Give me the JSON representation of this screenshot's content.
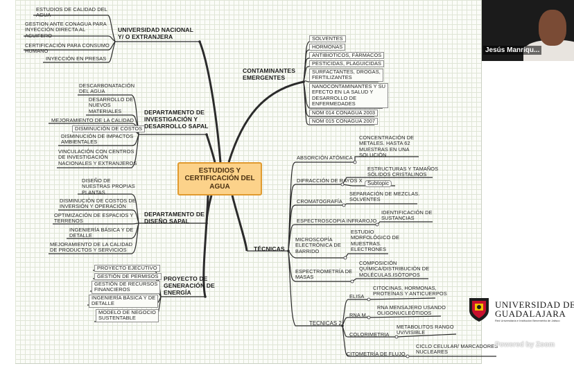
{
  "map": {
    "center": "ESTUDIOS Y\nCERTIFICACIÓN DEL\nAGUA",
    "universidad": {
      "title": "UNIVERSIDAD NACIONAL\nY/ O EXTRANJERA",
      "items": [
        "ESTUDIOS DE CALIDAD DEL\nAGUA",
        "GESTION ANTE CONAGUA PARA\nINYECCIÓN DIRECTA AL\nACUIFERO",
        "CERTIFICACIÓN PARA CONSUMO\nHUMANO",
        "INYECCIÓN EN PRESAS"
      ]
    },
    "investigacion": {
      "title": "DEPARTAMENTO DE\nINVESTIGACIÓN Y\nDESARROLLO SAPAL",
      "items": [
        "DESCARBONATACIÓN\nDEL AGUA",
        "DESARROLLO DE\nNUEVOS\nMATERIALES",
        "MEJORAMIENTO DE LA CALIDAD",
        "DISMINUCIÓN DE COSTOS",
        "DISMINUCIÓN DE IMPACTOS\nAMBIENTALES",
        "VINCULACIÓN CON CENTROS\nDE INVESTIGACIÓN\nNACIONALES Y EXTRANJEROS"
      ]
    },
    "diseno": {
      "title": "DEPARTAMENTO DE\nDISEÑO SAPAL",
      "items": [
        "DISEÑO DE\nNUESTRAS PROPIAS\nPLANTAS",
        "DISMINUCIÓN DE COSTOS DE\nINVERSIÓN Y OPERACIÓN",
        "OPTIMIZACIÓN DE ESPACIOS Y\nTERRENOS",
        "INGENIERÍA BÁSICA Y DE\nDETALLE",
        "MEJORAMIENTO DE LA CALIDAD\nDE PRODUCTOS Y SERVICIOS"
      ]
    },
    "energia": {
      "title": "PROYECTO DE\nGENERACIÓN DE\nENERGÍA",
      "items": [
        "PROYECTO EJECUTIVO",
        "GESTIÓN DE PERMISOS",
        "GESTIÓN DE RECURSOS\nFINANCIEROS",
        "INGENIERÍA BÁSICA Y DE\nDETALLE",
        "MODELO DE NEGOCIO\nSUSTENTABLE"
      ]
    },
    "contaminantes": {
      "title": "CONTAMINANTES\nEMERGENTES",
      "items": [
        "SOLVENTES",
        "HORMONAS",
        "ANTIBIOTICOS, FÁRMACOS",
        "PESTICIDAS, PLAGUICIDAS",
        "SURFACTANTES, DROGAS,\nFERTILIZANTES",
        "NANOCONTAMINANTES Y SU\nEFECTO EN LA SALUD Y\nDESARROLLO DE\nENFERMEDADES",
        "NOM 014 CONAGUA 2003",
        "NOM 015 CONAGUA 2007"
      ]
    },
    "tecnicas": {
      "title": "TÉCNICAS",
      "items": [
        {
          "label": "ABSORCIÓN ATÓMICA",
          "detail": "CONCENTRACIÓN DE\nMETALES. HASTA 62\nMUESTRAS EN UNA\nSOLUCIÓN"
        },
        {
          "label": "DIFRACCIÓN DE RAYOS X",
          "detail": "ESTRUCTURAS Y TAMAÑOS\nSÓLIDOS CRISTALINOS",
          "sub": "Subtopic"
        },
        {
          "label": "CROMATOGRAFÍA",
          "detail": "SEPARACIÓN DE MEZCLAS.\nSOLVENTES"
        },
        {
          "label": "ESPECTROSCOPIA INFRAROJO",
          "detail": "IDENTIFICACIÓN DE\nSUSTANCIAS"
        },
        {
          "label": "MICROSCOPÍA\nELECTRÓNICA DE\nBARRIDO",
          "detail": "ESTUDIO\nMORFOLÓGICO DE\nMUESTRAS.\nELECTRONES"
        },
        {
          "label": "ESPECTROMETRÍA DE\nMASAS",
          "detail": "COMPOSICIÓN\nQUÍMICA/DISTRIBUCIÓN DE\nMOLÉCULAS.ISÓTOPOS"
        }
      ]
    },
    "tecnicas2": {
      "title": "TECNICAS 2",
      "items": [
        {
          "label": "ELISA",
          "detail": "CITOCINAS, HORMONAS,\nPROTEÍNAS Y ANTICUERPOS"
        },
        {
          "label": "RNA M.",
          "detail": "RNA MENSAJERO USANDO\nOLIGONUCLEÓTIDOS"
        },
        {
          "label": "COLORIMETRIA",
          "detail": "METABOLITOS RANGO\nUV/VISIBLE"
        },
        {
          "label": "CITOMETRÍA DE FLUJO",
          "detail": "CICLO CELULAR/ MARCADORES\nNUCLEARES"
        }
      ]
    }
  },
  "video": {
    "participant_name": "Jesús Manríqu..."
  },
  "branding": {
    "university_line1": "UNIVERSIDAD DE",
    "university_line2": "GUADALAJARA",
    "university_tagline": "Red Universitaria e Institución Benemérita de Jalisco",
    "watermark": "Powered by Zoom"
  },
  "colors": {
    "center_fill": "#fcd28a",
    "center_border": "#e09a2e",
    "line": "#2b2b2b"
  }
}
